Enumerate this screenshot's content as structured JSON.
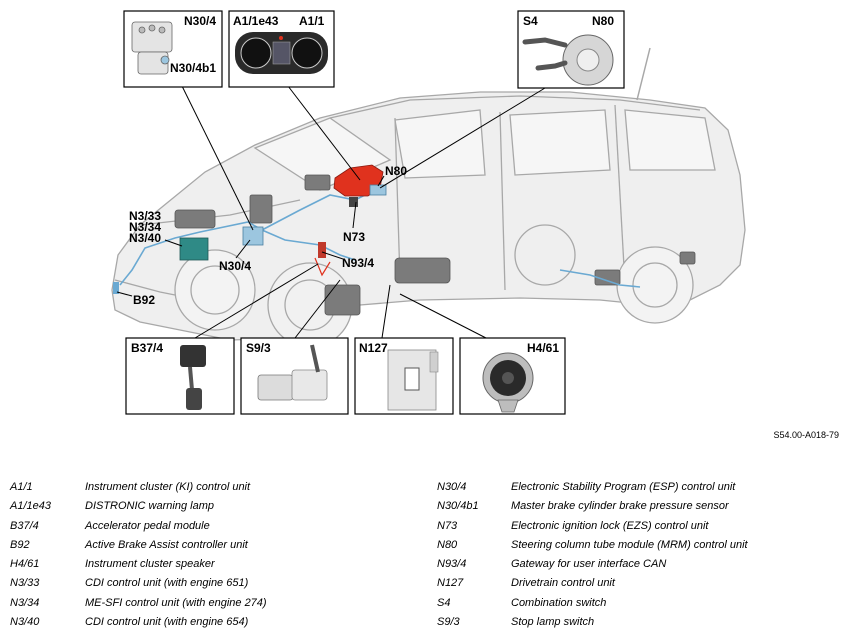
{
  "figure_ref": "S54.00-A018-79",
  "callouts": {
    "n80": "N80",
    "n73": "N73",
    "n93_4": "N93/4",
    "n30_4": "N30/4",
    "n3_33": "N3/33",
    "n3_34": "N3/34",
    "n3_40": "N3/40",
    "b92": "B92"
  },
  "detail_boxes": {
    "esp": {
      "label_a": "N30/4",
      "label_b": "N30/4b1"
    },
    "cluster": {
      "label_a": "A1/1e43",
      "label_b": "A1/1"
    },
    "switch": {
      "label_a": "S4",
      "label_b": "N80"
    },
    "pedal": {
      "label": "B37/4"
    },
    "stop_switch": {
      "label": "S9/3"
    },
    "drivetrain": {
      "label": "N127"
    },
    "speaker": {
      "label": "H4/61"
    }
  },
  "legend_left": [
    {
      "code": "A1/1",
      "desc": "Instrument cluster (KI) control unit"
    },
    {
      "code": "A1/1e43",
      "desc": "DISTRONIC warning lamp"
    },
    {
      "code": "B37/4",
      "desc": "Accelerator pedal module"
    },
    {
      "code": "B92",
      "desc": "Active Brake Assist controller unit"
    },
    {
      "code": "H4/61",
      "desc": "Instrument cluster speaker"
    },
    {
      "code": "N3/33",
      "desc": "CDI control unit (with engine 651)"
    },
    {
      "code": "N3/34",
      "desc": "ME-SFI control unit (with engine 274)"
    },
    {
      "code": "N3/40",
      "desc": "CDI control unit (with engine 654)"
    }
  ],
  "legend_right": [
    {
      "code": "N30/4",
      "desc": "Electronic Stability Program (ESP) control unit"
    },
    {
      "code": "N30/4b1",
      "desc": "Master brake cylinder brake pressure sensor"
    },
    {
      "code": "N73",
      "desc": "Electronic ignition lock (EZS) control unit"
    },
    {
      "code": "N80",
      "desc": "Steering column tube module (MRM) control unit"
    },
    {
      "code": "N93/4",
      "desc": "Gateway for user interface CAN"
    },
    {
      "code": "N127",
      "desc": "Drivetrain control unit"
    },
    {
      "code": "S4",
      "desc": "Combination switch"
    },
    {
      "code": "S9/3",
      "desc": "Stop lamp switch"
    }
  ],
  "colors": {
    "highlight_red": "#e0321e",
    "highlight_blue": "#9cc6df",
    "network_line": "#6aa9d2",
    "vehicle_outline": "#a8a8a8"
  }
}
